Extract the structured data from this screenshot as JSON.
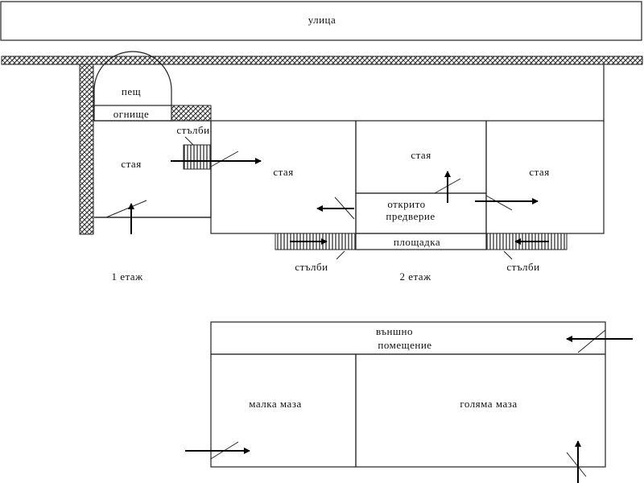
{
  "labels": {
    "street": "улица",
    "oven": "пещ",
    "hearth": "огнище",
    "stairs_top": "стълби",
    "room_left": "стая",
    "room_middle": "стая",
    "room_upper": "стая",
    "room_right": "стая",
    "open_vestibule_1": "открито",
    "open_vestibule_2": "предверие",
    "landing": "площадка",
    "stairs_bottom_left": "стълби",
    "stairs_bottom_right": "стълби",
    "floor_1": "1 етаж",
    "floor_2": "2 етаж",
    "outer_room_1": "външно",
    "outer_room_2": "помещение",
    "small_room": "малка маза",
    "big_room": "голяма маза"
  }
}
